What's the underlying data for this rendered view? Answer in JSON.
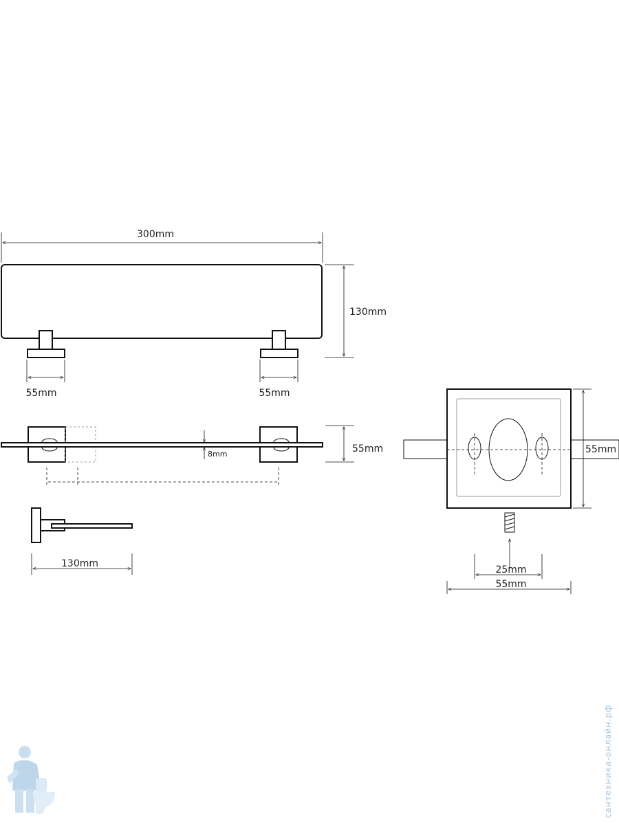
{
  "front_view": {
    "width_label": "300mm",
    "height_label": "130mm",
    "bracket_left_label": "55mm",
    "bracket_right_label": "55mm"
  },
  "top_view": {
    "depth_label": "55mm",
    "glass_label": "8mm"
  },
  "side_view": {
    "depth_label": "130mm"
  },
  "mount_view": {
    "height_label": "55mm",
    "hole_spacing_label": "25mm",
    "width_label": "55mm"
  },
  "watermark": {
    "text": "сантехника-онлайн.рф",
    "mascot_icon": "plumber-mascot-icon"
  }
}
